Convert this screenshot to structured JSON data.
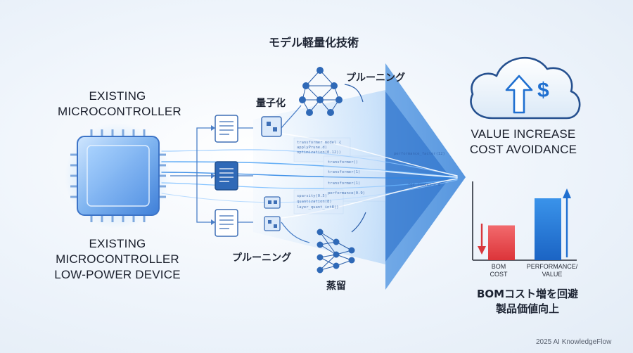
{
  "labels": {
    "existing_mcu_line1": "EXISTING",
    "existing_mcu_line2": "MICROCONTROLLER",
    "bottom_line1": "EXISTING",
    "bottom_line2": "MICROCONTROLLER",
    "bottom_line3": "LOW-POWER DEVICE",
    "model_compression": "モデル軽量化技術",
    "quantization": "量子化",
    "pruning_top": "プルーニング",
    "pruning_bottom": "プルーニング",
    "distillation": "蒸留",
    "value_line1": "VALUE INCREASE",
    "value_line2": "COST AVOIDANCE",
    "bom_jp_line1": "BOMコスト増を回避",
    "bom_jp_line2": "製品価値向上",
    "footer": "2025 AI KnowledgeFlow"
  },
  "code_snippets": [
    "transformer model {",
    "  applyPrune.d)",
    "  optimization(0.12))",
    "transformer()",
    "transformer(1)",
    "transformer(1)",
    "performance(0.9)",
    "sparsity(0.5)",
    "quantization(8)",
    "performance_factor(12)",
    "layer_quant_int8()",
    "  for (model > 8"
  ],
  "colors": {
    "accent_blue": "#1f7ad6",
    "bom_bar": "#e8474c",
    "performance_bar": "#2279d4"
  },
  "chart_data": {
    "type": "bar",
    "categories": [
      "BOM COST",
      "PERFORMANCE/ VALUE"
    ],
    "category_lines": [
      [
        "BOM",
        "COST"
      ],
      [
        "PERFORMANCE/",
        "VALUE"
      ]
    ],
    "values": [
      0.45,
      0.8
    ],
    "trend": [
      "down",
      "up"
    ],
    "colors": [
      "#e8474c",
      "#2279d4"
    ]
  }
}
